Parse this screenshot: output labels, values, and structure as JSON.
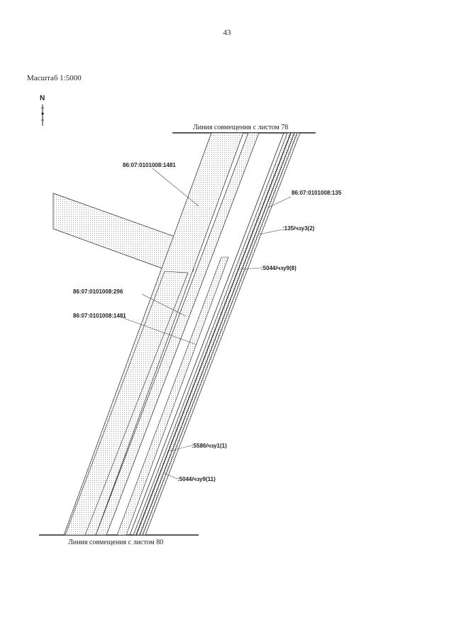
{
  "page": {
    "number": "43"
  },
  "scale": {
    "label": "Масштаб 1:5000"
  },
  "north": {
    "letter": "N"
  },
  "match_lines": {
    "top": "Линия совмещения с листом 78",
    "bottom": "Линия совмещения с листом 80"
  },
  "parcels": {
    "p1481_top": "86:07:0101008:1481",
    "p135": "86:07:0101008:135",
    "p296": "86:07:0101008:296",
    "p1481_mid": "86:07:0101008:1481"
  },
  "parts": {
    "chzu3_2": ":135/чзу3(2)",
    "chzu9_8": ":5044/чзу9(8)",
    "chzu1_1": ":5586/чзу1(1)",
    "chzu9_11": ":5044/чзу9(11)"
  },
  "colors": {
    "ink": "#222222",
    "hatch": "#9a9a9a"
  }
}
